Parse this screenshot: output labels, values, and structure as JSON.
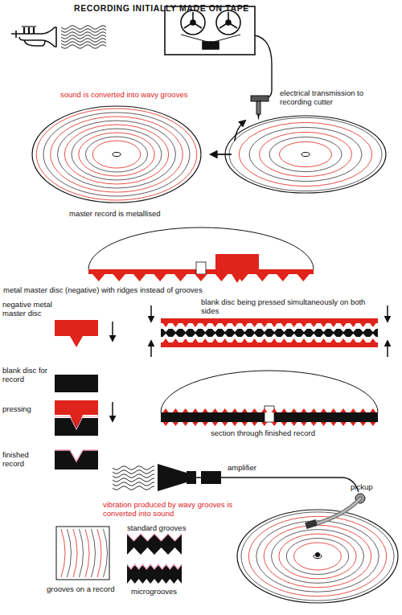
{
  "diagram": {
    "title": "RECORDING INITIALLY MADE ON TAPE",
    "labels": [
      "sound is converted into wavy grooves",
      "electrical transmission to recording cutter",
      "master record is metallised",
      "metal master disc (negative) with ridges instead of grooves",
      "negative metal master disc",
      "blank disc being pressed simultaneously on both sides",
      "blank disc for record",
      "pressing",
      "section through finished record",
      "finished record",
      "amplifier",
      "pickup",
      "vibration produced by wavy grooves is converted into sound",
      "standard grooves",
      "grooves on a record",
      "microgrooves"
    ]
  }
}
